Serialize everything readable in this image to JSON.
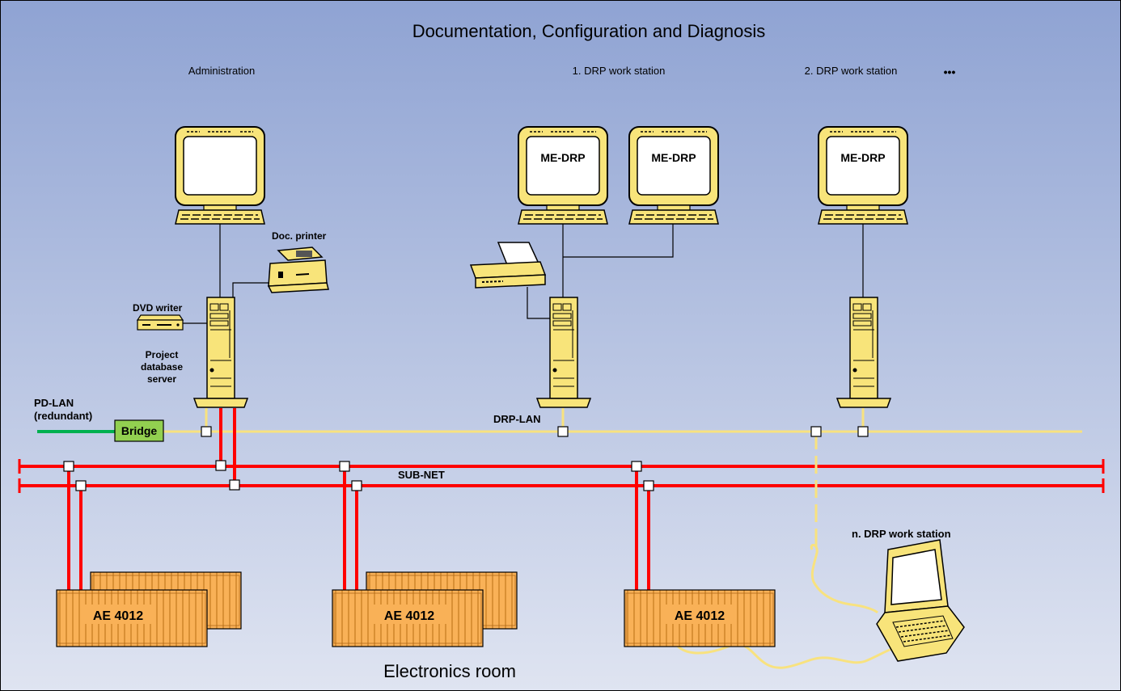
{
  "header": {
    "title": "Documentation, Configuration and Diagnosis"
  },
  "footer": {
    "title": "Electronics room"
  },
  "columns": {
    "administration": "Administration",
    "drp1": "1. DRP work station",
    "drp2": "2. DRP work station",
    "ellipsis": "•••"
  },
  "labels": {
    "doc_printer": "Doc. printer",
    "dvd_writer": "DVD writer",
    "project_server_1": "Project",
    "project_server_2": "database",
    "project_server_3": "server",
    "pd_lan_1": "PD-LAN",
    "pd_lan_2": "(redundant)",
    "bridge": "Bridge",
    "drp_lan": "DRP-LAN",
    "sub_net": "SUB-NET",
    "n_drp": "n. DRP work station"
  },
  "monitors": {
    "me_drp_1": "ME-DRP",
    "me_drp_2": "ME-DRP",
    "me_drp_3": "ME-DRP"
  },
  "racks": {
    "ae_1": "AE 4012",
    "ae_2": "AE 4012",
    "ae_3": "AE 4012"
  },
  "colors": {
    "background_top": "#8fa3d3",
    "background_bottom": "#dfe4f1",
    "device_yellow": "#f8e47a",
    "rack_orange": "#f9b157",
    "subnet_red": "#ff0000",
    "drp_lan_yellow": "#f8e27f",
    "pd_lan_green": "#00b050",
    "bridge_green": "#92d050"
  },
  "icons": {
    "workstation": "monitor-icon",
    "tower": "server-tower-icon",
    "printer": "printer-icon",
    "dvd": "dvd-writer-icon",
    "laptop": "laptop-icon",
    "rack": "electronics-rack-icon"
  }
}
